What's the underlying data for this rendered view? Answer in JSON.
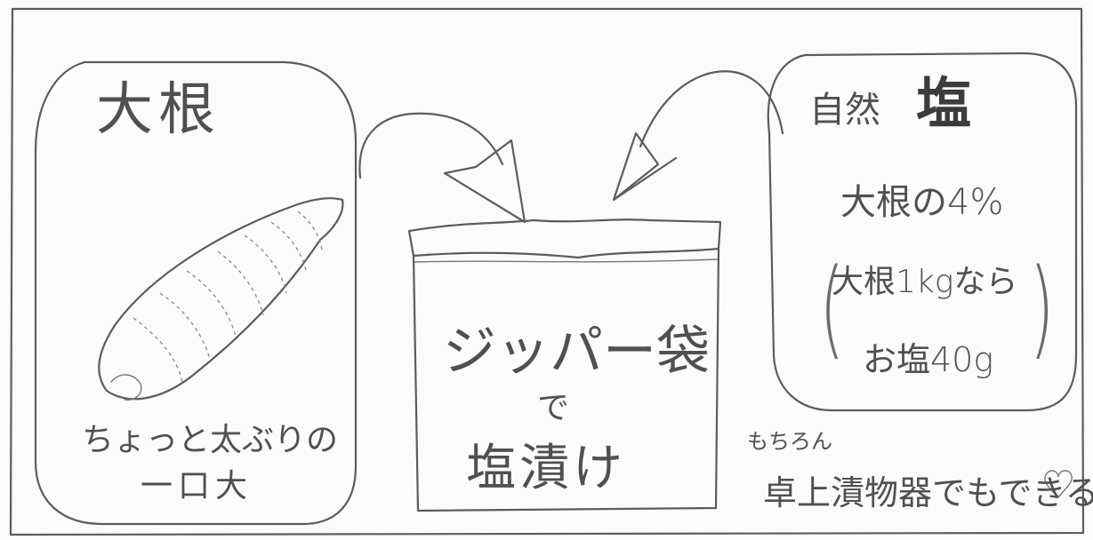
{
  "daikon": {
    "title": "大根",
    "caption_line1": "ちょっと太ぶりの",
    "caption_line2": "一口大"
  },
  "salt": {
    "lead": "自然",
    "main": "塩",
    "ratio": "大根の4%",
    "paren_open": "(",
    "example_line1": "大根1kgなら",
    "example_line2": "お塩40g",
    "paren_close": ")"
  },
  "bag": {
    "line1": "ジッパー袋",
    "line2": "で",
    "line3": "塩漬け"
  },
  "note": {
    "small": "もちろん",
    "big": "卓上漬物器でもできる"
  },
  "icons": [
    "heart-icon",
    "arrow-icon"
  ],
  "colors": {
    "ink": "#5c5c5c",
    "paper": "#fbfbf9"
  }
}
